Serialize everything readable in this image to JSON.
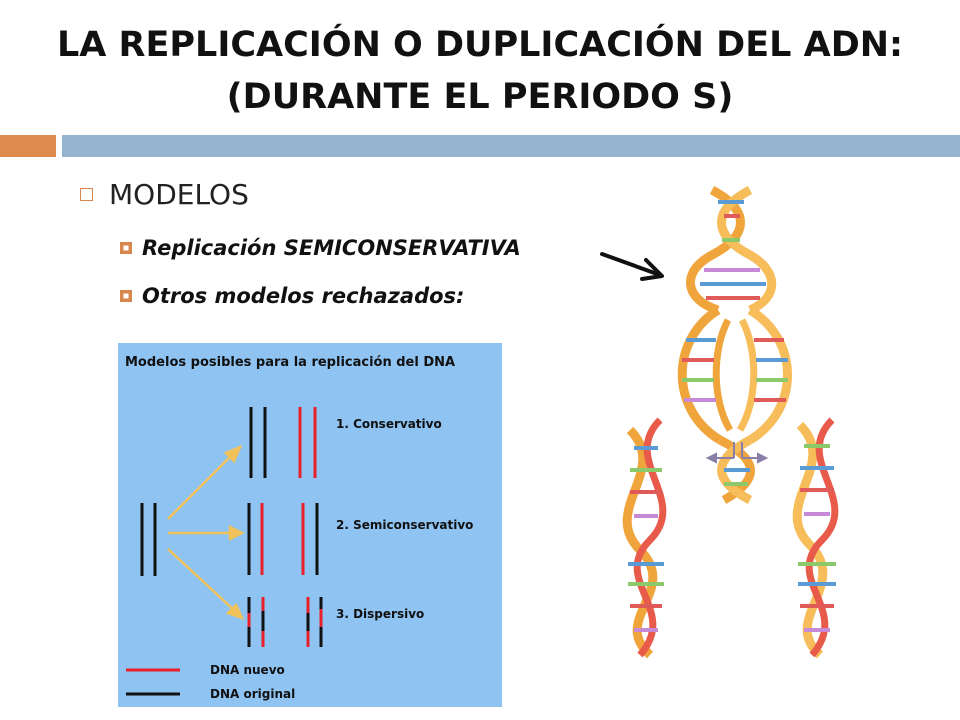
{
  "slide": {
    "title_line1": "LA REPLICACIÓN O DUPLICACIÓN DEL ADN:",
    "title_line2": "(DURANTE EL PERIODO S)",
    "accent_colors": {
      "orange": "#df8a4f",
      "blue": "#93b3cf"
    },
    "bullet": "MODELOS",
    "sub_items": [
      "Replicación SEMICONSERVATIVA",
      "Otros modelos rechazados:"
    ]
  },
  "diagram": {
    "heading": "Modelos posibles para la replicación del DNA",
    "models": [
      "1. Conservativo",
      "2. Semiconservativo",
      "3. Dispersivo"
    ],
    "legend": [
      {
        "label": "DNA nuevo",
        "color": "#e8202a"
      },
      {
        "label": "DNA original",
        "color": "#111111"
      }
    ],
    "background": "#8fc3f2",
    "arrow_color": "#f2c25a"
  }
}
